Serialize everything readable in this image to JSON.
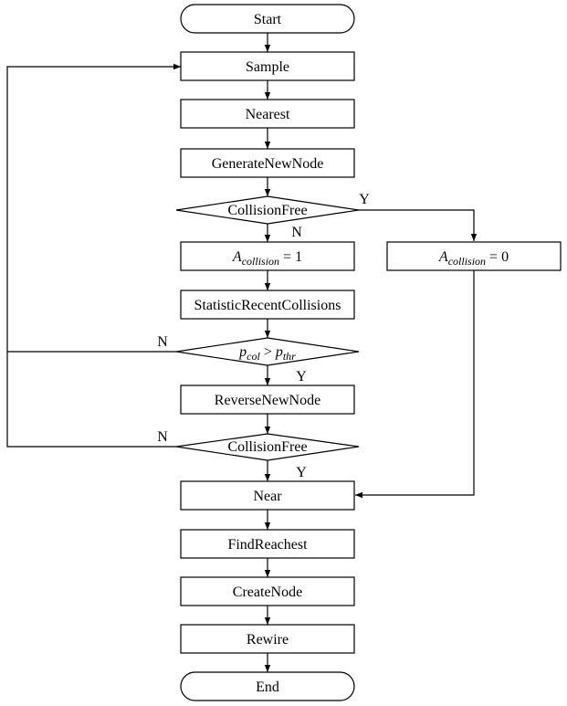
{
  "nodes": {
    "start": "Start",
    "sample": "Sample",
    "nearest": "Nearest",
    "generate": "GenerateNewNode",
    "collision1": "CollisionFree",
    "a1": {
      "var": "A",
      "sub": "collision",
      "eq": " = 1"
    },
    "a0": {
      "var": "A",
      "sub": "collision",
      "eq": " = 0"
    },
    "statistic": "StatisticRecentCollisions",
    "pcol": {
      "left": "p",
      "left_sub": "col",
      "op": " > ",
      "right": "p",
      "right_sub": "thr"
    },
    "reverse": "ReverseNewNode",
    "collision2": "CollisionFree",
    "near": "Near",
    "findreachest": "FindReachest",
    "createnode": "CreateNode",
    "rewire": "Rewire",
    "end": "End"
  },
  "edge_labels": {
    "c1_yes": "Y",
    "c1_no": "N",
    "p_no": "N",
    "p_yes": "Y",
    "c2_no": "N",
    "c2_yes": "Y"
  }
}
